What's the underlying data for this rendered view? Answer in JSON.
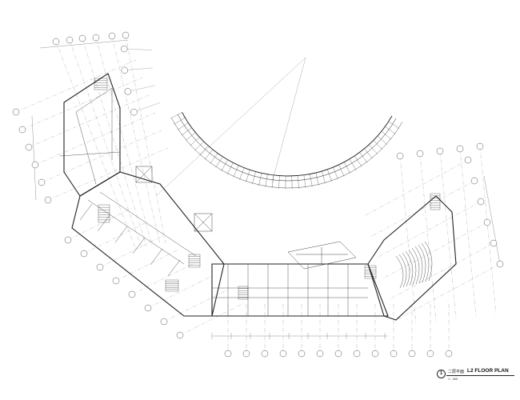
{
  "drawing": {
    "title_en": "L2 FLOOR PLAN",
    "title_cn": "二层平面",
    "drawing_number": "1",
    "scale": "1 : 300"
  }
}
